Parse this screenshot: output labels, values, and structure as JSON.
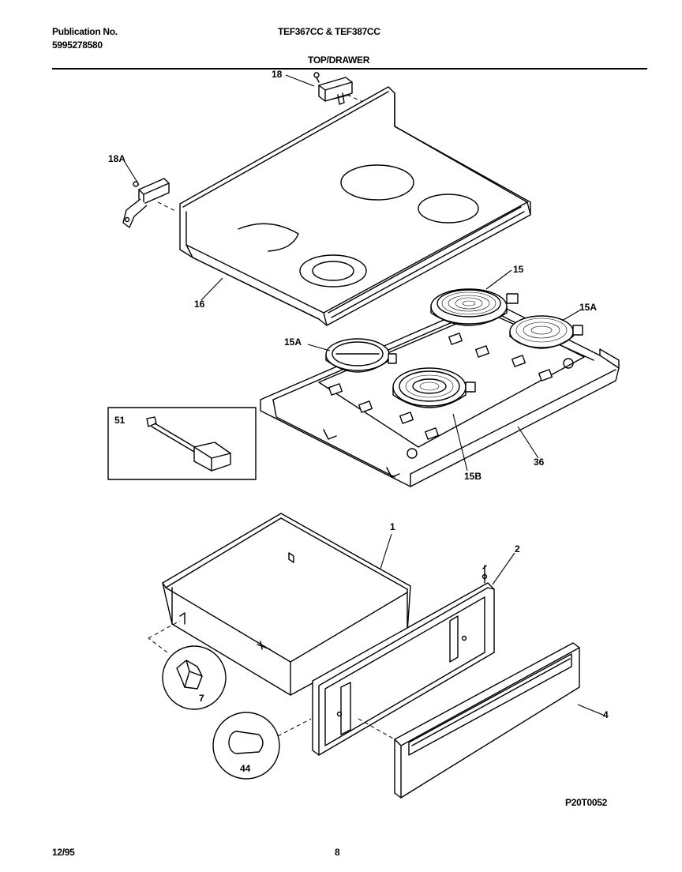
{
  "header": {
    "publication_label": "Publication No.",
    "publication_number": "5995278580",
    "models": "TEF367CC & TEF387CC",
    "section_title": "TOP/DRAWER"
  },
  "callouts": {
    "c18": "18",
    "c18a": "18A",
    "c16": "16",
    "c15": "15",
    "c15a_right": "15A",
    "c15a_left": "15A",
    "c15b": "15B",
    "c36": "36",
    "c51": "51",
    "c1": "1",
    "c2": "2",
    "c4": "4",
    "c7": "7",
    "c44": "44"
  },
  "footer": {
    "date": "12/95",
    "page": "8",
    "diagram_code": "P20T0052"
  }
}
